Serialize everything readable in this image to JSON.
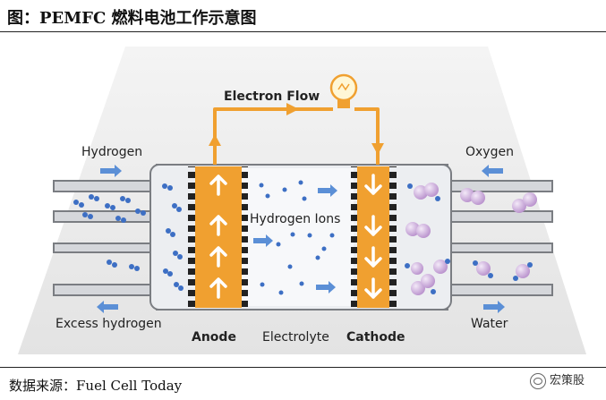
{
  "header": {
    "title": "图：PEMFC 燃料电池工作示意图"
  },
  "diagram": {
    "electron_flow": "Electron Flow",
    "hydrogen": "Hydrogen",
    "oxygen": "Oxygen",
    "hydrogen_ions": "Hydrogen Ions",
    "excess_hydrogen": "Excess hydrogen",
    "water": "Water",
    "anode": "Anode",
    "electrolyte": "Electrolyte",
    "cathode": "Cathode"
  },
  "footer": {
    "source": "数据来源：Fuel Cell Today",
    "watermark": "宏策股"
  },
  "colors": {
    "orange": "#f0a030",
    "arrow_blue": "#5b8fd6",
    "pipe_gray": "#d5d7db",
    "outline": "#7a7d82",
    "oxygen_purple": "#c8a8d8",
    "hydrogen_blue": "#3d6fc4"
  }
}
